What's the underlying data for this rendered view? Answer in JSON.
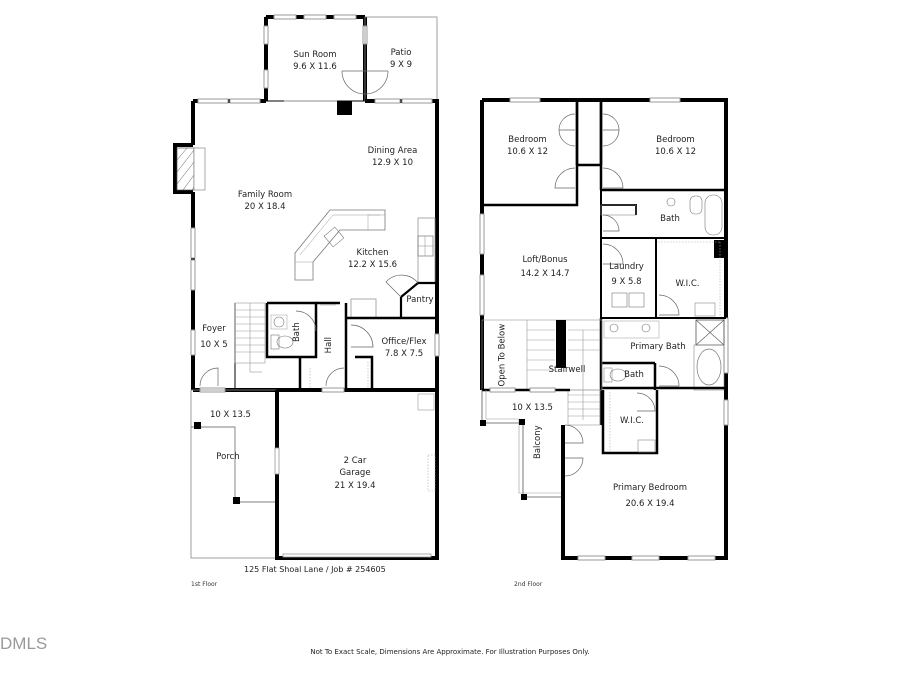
{
  "floor1": {
    "label": "1st Floor",
    "rooms": {
      "sun_room": {
        "name": "Sun Room",
        "dim": "9.6 X 11.6"
      },
      "patio": {
        "name": "Patio",
        "dim": "9 X 9"
      },
      "dining": {
        "name": "Dining Area",
        "dim": "12.9 X 10"
      },
      "family": {
        "name": "Family Room",
        "dim": "20 X 18.4"
      },
      "kitchen": {
        "name": "Kitchen",
        "dim": "12.2 X 15.6"
      },
      "pantry": {
        "name": "Pantry"
      },
      "foyer": {
        "name": "Foyer",
        "dim": "10 X 5"
      },
      "bath": {
        "name": "Bath"
      },
      "hall": {
        "name": "Hall"
      },
      "office": {
        "name": "Office/Flex",
        "dim": "7.8 X 7.5"
      },
      "porch": {
        "name": "Porch",
        "dim": "10 X 13.5"
      },
      "garage": {
        "name": "2 Car",
        "name2": "Garage",
        "dim": "21 X 19.4"
      }
    }
  },
  "floor2": {
    "label": "2nd Floor",
    "rooms": {
      "bedroom1": {
        "name": "Bedroom",
        "dim": "10.6 X 12"
      },
      "bedroom2": {
        "name": "Bedroom",
        "dim": "10.6 X 12"
      },
      "bath": {
        "name": "Bath"
      },
      "loft": {
        "name": "Loft/Bonus",
        "dim": "14.2 X 14.7"
      },
      "laundry": {
        "name": "Laundry",
        "dim": "9 X 5.8"
      },
      "wic1": {
        "name": "W.I.C."
      },
      "primary_bath": {
        "name": "Primary Bath"
      },
      "open_below": {
        "name": "Open To Below"
      },
      "stairwell": {
        "name": "Stairwell"
      },
      "bath2": {
        "name": "Bath"
      },
      "wic2": {
        "name": "W.I.C."
      },
      "balcony": {
        "name": "Balcony",
        "dim": "10 X 13.5"
      },
      "primary_bedroom": {
        "name": "Primary Bedroom",
        "dim": "20.6 X 19.4"
      }
    }
  },
  "address": "125 Flat Shoal Lane / Job # 254605",
  "watermark": "DMLS",
  "disclaimer": "Not To Exact Scale, Dimensions Are Approximate. For Illustration Purposes Only."
}
